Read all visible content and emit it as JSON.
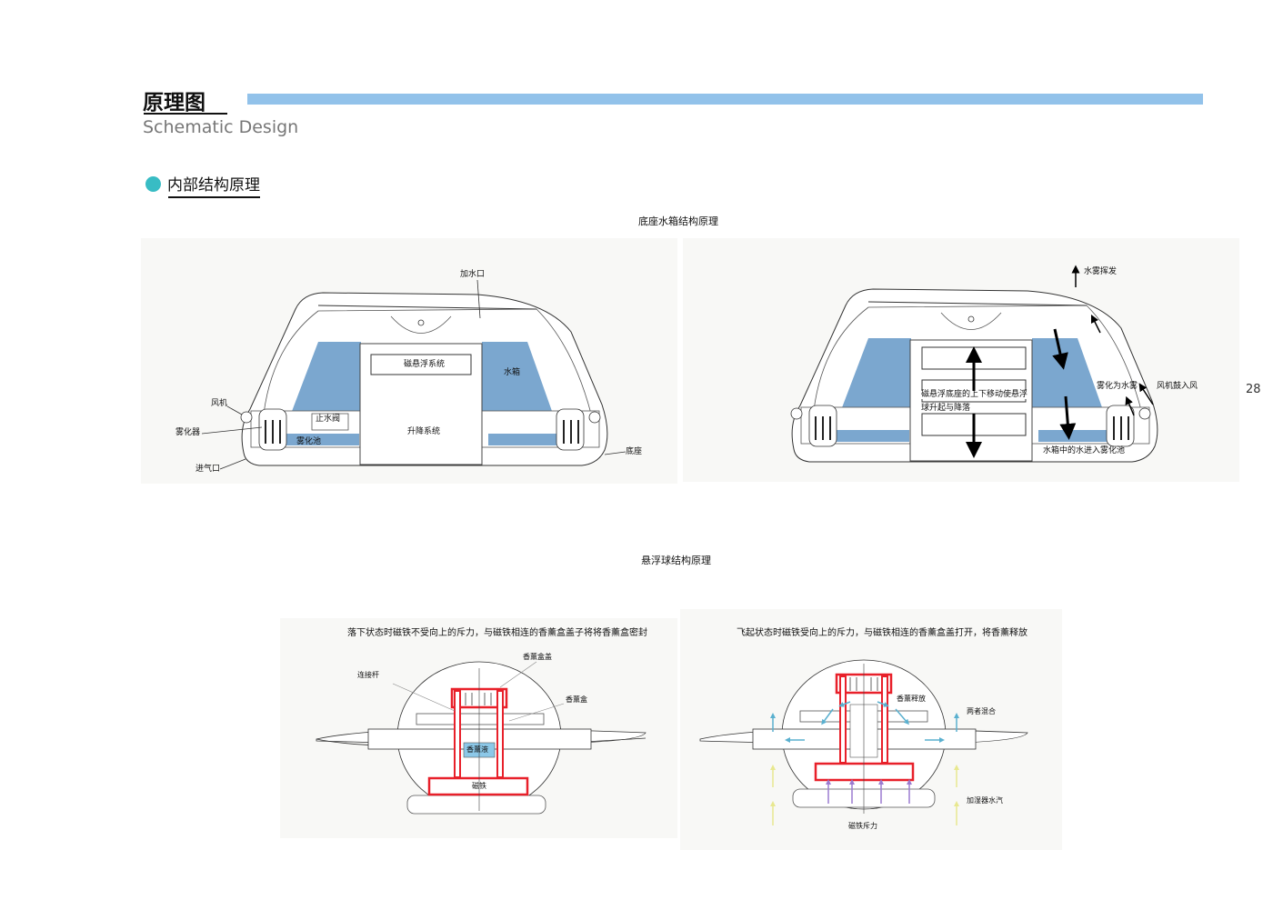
{
  "header": {
    "title": "原理图",
    "subtitle": "Schematic Design",
    "accent_bar_color": "#92c2ea"
  },
  "section": {
    "bullet_color": "#38bcc4",
    "title": "内部结构原理"
  },
  "page_number": "28",
  "base_diagram": {
    "title": "底座水箱结构原理",
    "left": {
      "labels": {
        "water_inlet": "加水口",
        "maglev_system": "磁悬浮系统",
        "water_tank": "水箱",
        "fan": "风机",
        "stop_valve": "止水阀",
        "atomizer": "雾化器",
        "lift_system": "升降系统",
        "atomizing_pool": "雾化池",
        "base": "底座",
        "air_inlet": "进气口"
      }
    },
    "right": {
      "labels": {
        "mist_evaporate": "水雾挥发",
        "lift_desc_1": "磁悬浮底座的上下移动使悬浮",
        "lift_desc_2": "球升起与降落",
        "atomize_to_mist": "雾化为水雾",
        "fan_blows": "风机鼓入风",
        "water_into_pool": "水箱中的水进入雾化池"
      }
    },
    "colors": {
      "water": "#7ba7cf"
    }
  },
  "ball_diagram": {
    "title": "悬浮球结构原理",
    "left": {
      "caption": "落下状态时磁铁不受向上的斥力，与磁铁相连的香薰盒盖子将将香薰盒密封",
      "labels": {
        "box_lid": "香薰盒盖",
        "connecting_rod": "连接杆",
        "aroma_box": "香薰盒",
        "aroma_liquid": "香薰液",
        "magnet": "磁铁"
      }
    },
    "right": {
      "caption": "飞起状态时磁铁受向上的斥力，与磁铁相连的香薰盒盖打开，将香薰释放",
      "labels": {
        "aroma_release": "香薰释放",
        "mix": "两者混合",
        "humidifier_vapor": "加湿器水汽",
        "magnet_repulsion": "磁铁斥力"
      }
    },
    "colors": {
      "red": "#e8202a",
      "cyan_arrow": "#5ab0cf",
      "yellow_arrow": "#f0ef9a",
      "purple_arrow": "#9a7ad0"
    }
  }
}
